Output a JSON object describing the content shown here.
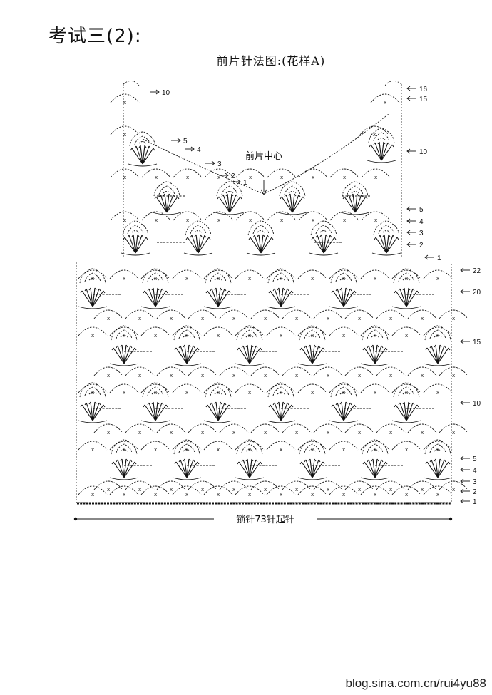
{
  "page": {
    "title": "考试三(2):",
    "subtitle": "前片针法图:(花样A)",
    "watermark": "blog.sina.com.cn/rui4yu88"
  },
  "chart": {
    "center_label": "前片中心",
    "bottom_label": "锁针73针起针",
    "left_strap_rows": [
      "10",
      "5",
      "4",
      "3",
      "2",
      "1"
    ],
    "right_strap_rows": [
      "16",
      "15",
      "10",
      "5",
      "4",
      "3",
      "2",
      "1"
    ],
    "body_rows": [
      "22",
      "20",
      "15",
      "10",
      "5",
      "4",
      "3",
      "2",
      "1"
    ]
  }
}
